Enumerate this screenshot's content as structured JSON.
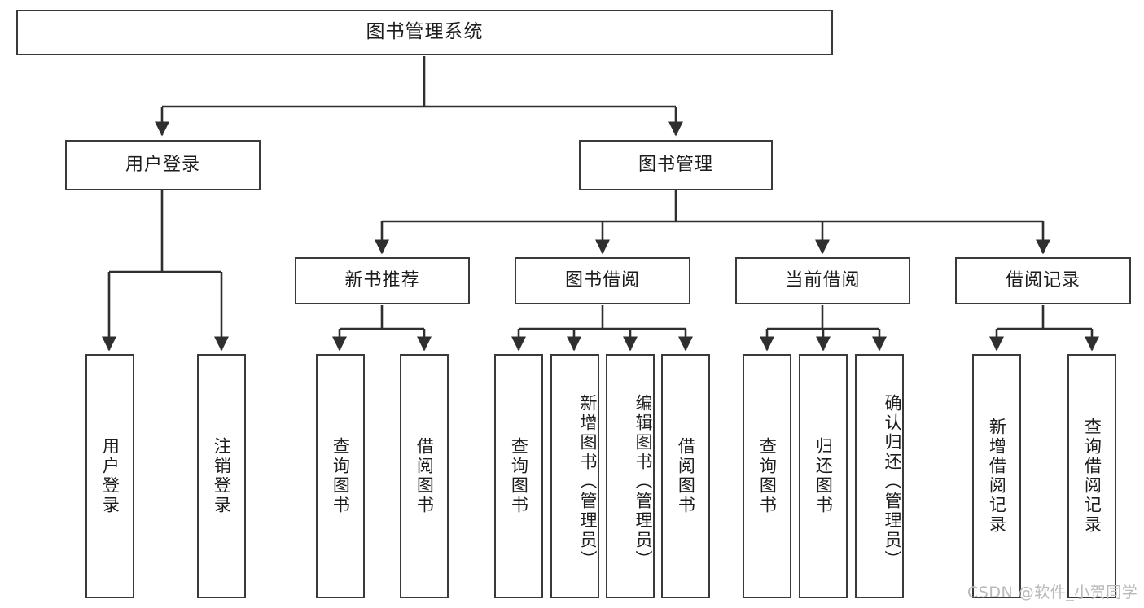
{
  "diagram": {
    "title": "图书管理系统",
    "type": "hierarchy-tree",
    "root": {
      "label": "图书管理系统"
    },
    "level1": [
      {
        "label": "用户登录"
      },
      {
        "label": "图书管理"
      }
    ],
    "level2": [
      {
        "label": "新书推荐",
        "parent": "图书管理"
      },
      {
        "label": "图书借阅",
        "parent": "图书管理"
      },
      {
        "label": "当前借阅",
        "parent": "图书管理"
      },
      {
        "label": "借阅记录",
        "parent": "图书管理"
      }
    ],
    "leaves": {
      "user_login": [
        {
          "label": "用户登录"
        },
        {
          "label": "注销登录"
        }
      ],
      "new_book_recommend": [
        {
          "label": "查询图书"
        },
        {
          "label": "借阅图书"
        }
      ],
      "book_borrow": [
        {
          "label": "查询图书"
        },
        {
          "label": "新增图书（管理员）"
        },
        {
          "label": "编辑图书（管理员）"
        },
        {
          "label": "借阅图书"
        }
      ],
      "current_borrow": [
        {
          "label": "查询图书"
        },
        {
          "label": "归还图书"
        },
        {
          "label": "确认归还（管理员）"
        }
      ],
      "borrow_record": [
        {
          "label": "新增借阅记录"
        },
        {
          "label": "查询借阅记录"
        }
      ]
    }
  },
  "watermark": {
    "text": "CSDN @软件_小贺同学"
  },
  "colors": {
    "box_border": "#3a3a3a",
    "box_fill": "#ffffff",
    "connector": "#2f2f2f",
    "text": "#1d1d1d",
    "watermark": "#b9b9b9"
  }
}
